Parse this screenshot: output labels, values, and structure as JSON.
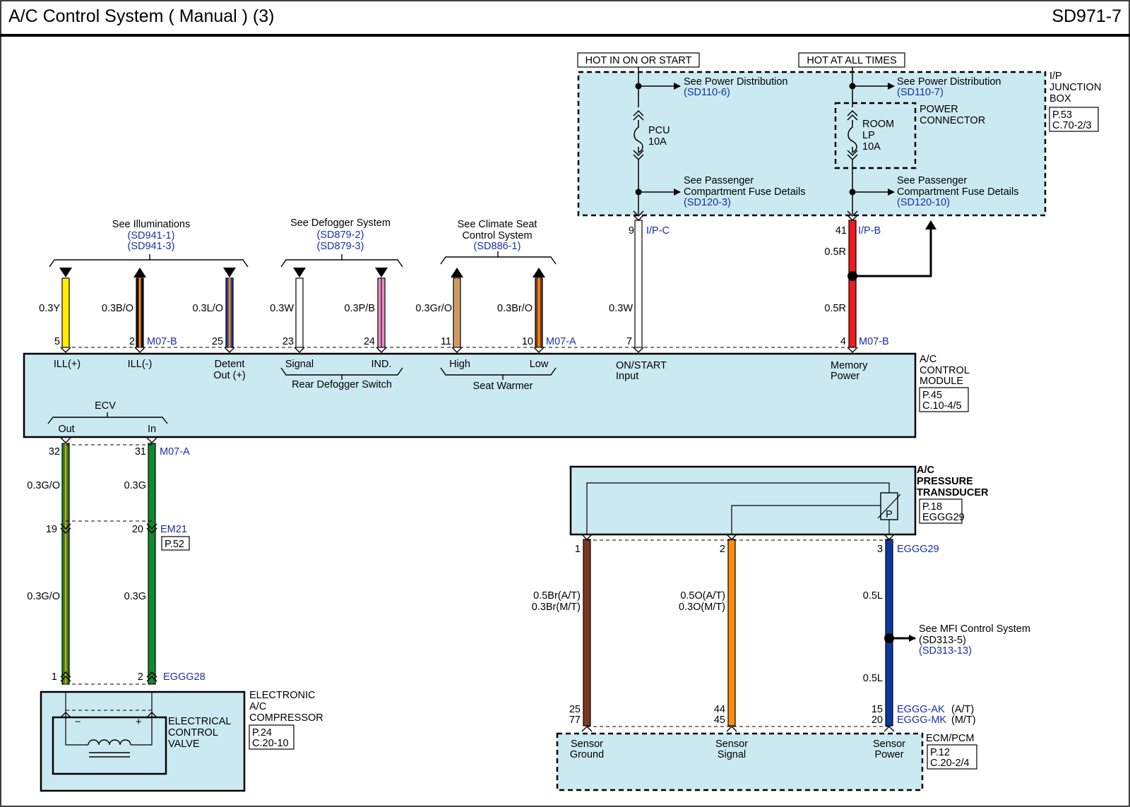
{
  "header": {
    "title": "A/C Control System (   Manual ) (3)",
    "code": "SD971-7"
  },
  "colors": {
    "module_fill": "#cbe9f0",
    "ref_blue": "#1a2fa8",
    "wire_red": "#ee1c1c",
    "wire_green": "#14892c",
    "wire_brown": "#7a3a22",
    "wire_orange": "#ff8c0a",
    "wire_blue": "#0c3a9e",
    "wire_yellow": "#ffee00",
    "wire_pink": "#f08cc8",
    "wire_gray": "#c0a080"
  },
  "junction_box": {
    "hot_run": "HOT IN ON OR START",
    "hot_all": "HOT AT ALL TIMES",
    "see_power": "See Power Distribution",
    "ref_power_left": "(SD110-6)",
    "ref_power_right": "(SD110-7)",
    "fuse_left_name": "PCU",
    "fuse_left_amp": "10A",
    "fuse_right_1": "ROOM",
    "fuse_right_2": "LP",
    "fuse_right_amp": "10A",
    "power_conn_1": "POWER",
    "power_conn_2": "CONNECTOR",
    "see_pass_1": "See Passenger",
    "see_pass_2": "Compartment Fuse Details",
    "ref_pass_left": "(SD120-3)",
    "ref_pass_right": "(SD120-10)",
    "name_1": "I/P",
    "name_2": "JUNCTION",
    "name_3": "BOX",
    "page": "P.53",
    "conn": "C.70-2/3",
    "pin_left": "9",
    "conn_left": "I/P-C",
    "pin_right": "41",
    "conn_right": "I/P-B"
  },
  "references": {
    "illum_title": "See Illuminations",
    "illum_ref1": "(SD941-1)",
    "illum_ref2": "(SD941-3)",
    "defog_title": "See Defogger System",
    "defog_ref1": "(SD879-2)",
    "defog_ref2": "(SD879-3)",
    "seat_title1": "See Climate Seat",
    "seat_title2": "Control System",
    "seat_ref": "(SD886-1)"
  },
  "ac_module": {
    "name_1": "A/C",
    "name_2": "CONTROL",
    "name_3": "MODULE",
    "page": "P.45",
    "conn": "C.10-4/5",
    "wires": [
      {
        "pin": "5",
        "wire": "0.3Y",
        "label": "ILL(+)"
      },
      {
        "pin": "2",
        "wire": "0.3B/O",
        "label": "ILL(-)",
        "conn": "M07-B"
      },
      {
        "pin": "25",
        "wire": "0.3L/O",
        "label_1": "Detent",
        "label_2": "Out (+)"
      },
      {
        "pin": "23",
        "wire": "0.3W",
        "label": "Signal"
      },
      {
        "pin": "24",
        "wire": "0.3P/B",
        "label": "IND."
      },
      {
        "pin": "11",
        "wire": "0.3Gr/O",
        "label": "High"
      },
      {
        "pin": "10",
        "wire": "0.3Br/O",
        "label": "Low",
        "conn": "M07-A"
      },
      {
        "pin": "7",
        "wire": "0.3W",
        "label_1": "ON/START",
        "label_2": "Input"
      },
      {
        "pin": "4",
        "wire": "0.5R",
        "label_1": "Memory",
        "label_2": "Power",
        "conn": "M07-B"
      }
    ],
    "wire_upper_red": "0.5R",
    "group_defog": "Rear Defogger Switch",
    "group_seat": "Seat Warmer",
    "ecv_title": "ECV",
    "ecv_out": "Out",
    "ecv_in": "In",
    "pin_out": "32",
    "pin_in": "31",
    "conn_bottom": "M07-A"
  },
  "compressor_side": {
    "wire_left_1": "0.3G/O",
    "wire_right_1": "0.3G",
    "pin_mid_left": "19",
    "pin_mid_right": "20",
    "conn_mid": "EM21",
    "conn_mid_page": "P.52",
    "wire_left_2": "0.3G/O",
    "wire_right_2": "0.3G",
    "pin_bot_left": "1",
    "pin_bot_right": "2",
    "conn_bot": "EGGG28",
    "name_1": "ELECTRONIC",
    "name_2": "A/C",
    "name_3": "COMPRESSOR",
    "page": "P.24",
    "conn": "C.20-10",
    "valve_1": "ELECTRICAL",
    "valve_2": "CONTROL",
    "valve_3": "VALVE",
    "minus": "−",
    "plus": "+"
  },
  "transducer": {
    "name_1": "A/C",
    "name_2": "PRESSURE",
    "name_3": "TRANSDUCER",
    "page": "P.18",
    "conn": "EGGG29",
    "p_symbol": "P",
    "pin_1": "1",
    "pin_2": "2",
    "pin_3": "3",
    "w1_a": "0.5Br(A/T)",
    "w1_b": "0.3Br(M/T)",
    "w2_a": "0.5O(A/T)",
    "w2_b": "0.3O(M/T)",
    "w3_a": "0.5L",
    "w3_b": "0.5L",
    "mfi_title": "See MFI Control System",
    "mfi_ref1": "(SD313-5)",
    "mfi_ref2": "(SD313-13)"
  },
  "ecm": {
    "pin_g_at": "25",
    "pin_g_mt": "77",
    "pin_s_at": "44",
    "pin_s_mt": "45",
    "pin_p_at": "15",
    "pin_p_mt": "20",
    "conn_at": "EGGG-AK",
    "at_suffix": "(A/T)",
    "conn_mt": "EGGG-MK",
    "mt_suffix": "(M/T)",
    "ground_1": "Sensor",
    "ground_2": "Ground",
    "signal_1": "Sensor",
    "signal_2": "Signal",
    "power_1": "Sensor",
    "power_2": "Power",
    "name": "ECM/PCM",
    "page": "P.12",
    "conn": "C.20-2/4"
  }
}
